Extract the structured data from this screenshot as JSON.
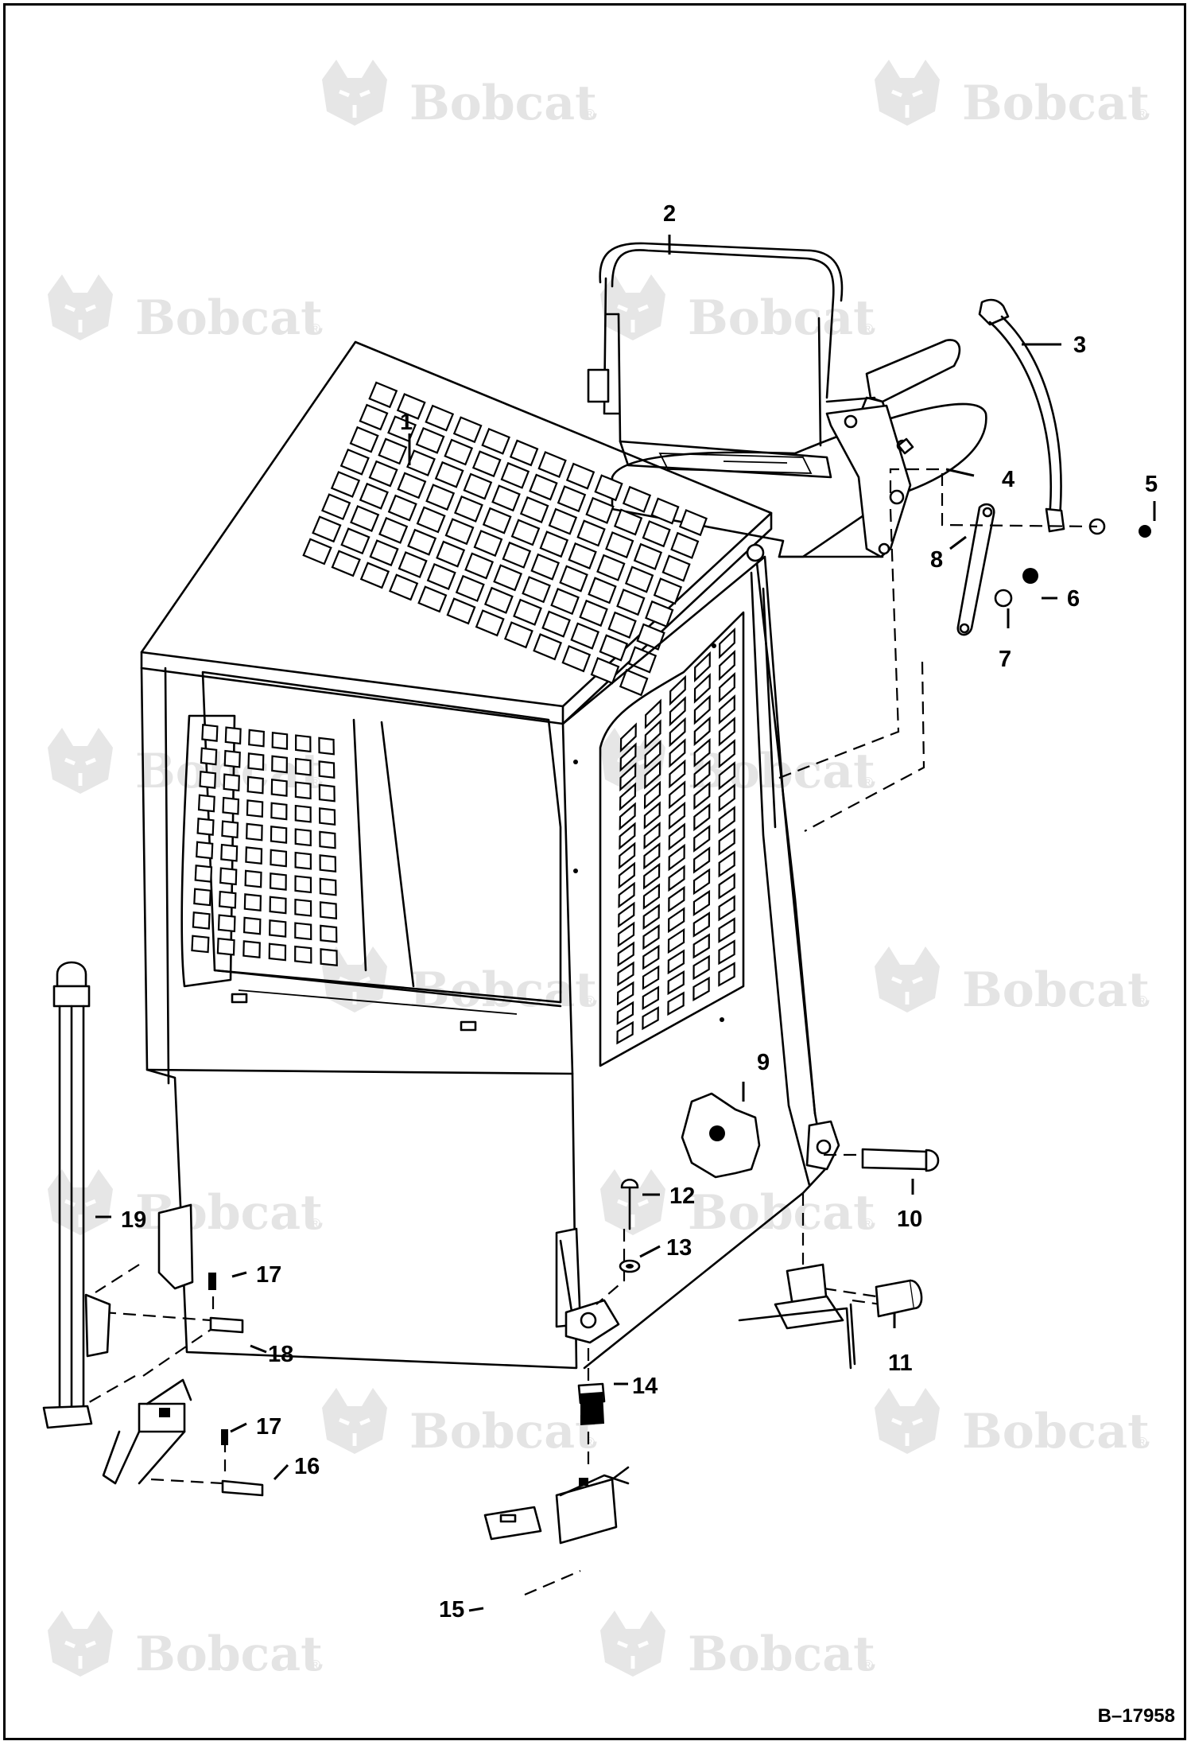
{
  "watermark": {
    "brand": "Bobcat",
    "registered_mark": "®"
  },
  "diagram_ref": "B–17958",
  "callouts": [
    {
      "id": "1",
      "label": "1"
    },
    {
      "id": "2",
      "label": "2"
    },
    {
      "id": "3",
      "label": "3"
    },
    {
      "id": "4",
      "label": "4"
    },
    {
      "id": "5",
      "label": "5"
    },
    {
      "id": "6",
      "label": "6"
    },
    {
      "id": "7",
      "label": "7"
    },
    {
      "id": "8",
      "label": "8"
    },
    {
      "id": "9",
      "label": "9"
    },
    {
      "id": "10",
      "label": "10"
    },
    {
      "id": "11",
      "label": "11"
    },
    {
      "id": "12",
      "label": "12"
    },
    {
      "id": "13",
      "label": "13"
    },
    {
      "id": "14",
      "label": "14"
    },
    {
      "id": "15",
      "label": "15"
    },
    {
      "id": "16",
      "label": "16"
    },
    {
      "id": "17a",
      "label": "17"
    },
    {
      "id": "17b",
      "label": "17"
    },
    {
      "id": "18",
      "label": "18"
    },
    {
      "id": "19",
      "label": "19"
    }
  ]
}
